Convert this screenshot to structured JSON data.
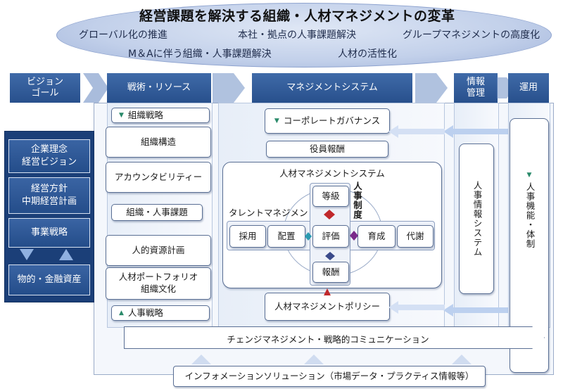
{
  "title": "経営課題を解決する組織・人材マネジメントの変革",
  "ellipse_items": [
    "グローバル化の推進",
    "本社・拠点の人事課題解決",
    "グループマネジメントの高度化",
    "M＆Aに伴う組織・人事課題解決",
    "人材の活性化"
  ],
  "headers": {
    "vision": "ビジョン\nゴール",
    "strategy": "戦術・リソース",
    "management": "マネジメントシステム",
    "info": "情報\n管理",
    "operation": "運用"
  },
  "left_stack": [
    "企業理念\n経営ビジョン",
    "経営方針\n中期経営計画",
    "事業戦略",
    "物的・金融資産"
  ],
  "strategy_items": [
    "組織戦略",
    "組織構造",
    "アカウンタビリティー",
    "組織・人事課題",
    "人的資源計画",
    "人材ポートフォリオ\n組織文化",
    "人事戦略"
  ],
  "mgmt_items": {
    "governance": "コーポレートガバナンス",
    "executive_pay": "役員報酬",
    "hrm_system": "人材マネジメントシステム",
    "talent": "タレントマネジメント",
    "hr_system_label": "人事制度",
    "grade": "等級",
    "evaluation": "評価",
    "compensation": "報酬",
    "hire": "採用",
    "placement": "配置",
    "develop": "育成",
    "metabolism": "代謝",
    "policy": "人材マネジメントポリシー"
  },
  "info_system": "人事情報システム",
  "operation_system": "人事機能・体制",
  "change": "チェンジマネジメント・戦略的コミュニケーション",
  "info_solution": "インフォメーションソリューション（市場データ・プラクティス情報等）",
  "colors": {
    "navy": "#244d8a",
    "green": "#2a8a6a",
    "red": "#c0282b",
    "purple": "#7a2a8a"
  }
}
